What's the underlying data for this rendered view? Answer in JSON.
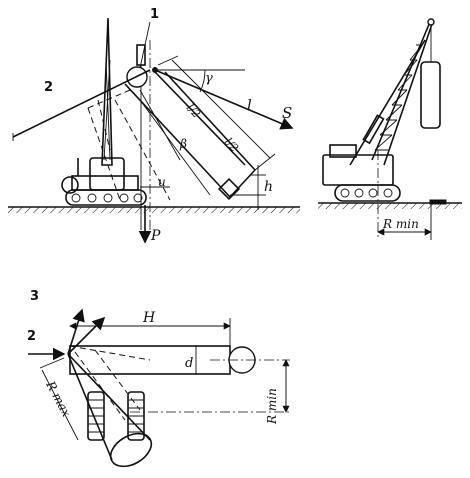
{
  "figure": {
    "callouts": [
      "1",
      "2",
      "3"
    ],
    "labels": {
      "gamma": "γ",
      "S": "S",
      "l": "l",
      "l_half_a": "l/2",
      "l_half_b": "l/2",
      "beta": "β",
      "u": "u",
      "h": "h",
      "P": "P",
      "R_min_right": "R min",
      "H": "H",
      "d": "d",
      "R_min_plan": "R min",
      "R_max": "R max"
    }
  }
}
